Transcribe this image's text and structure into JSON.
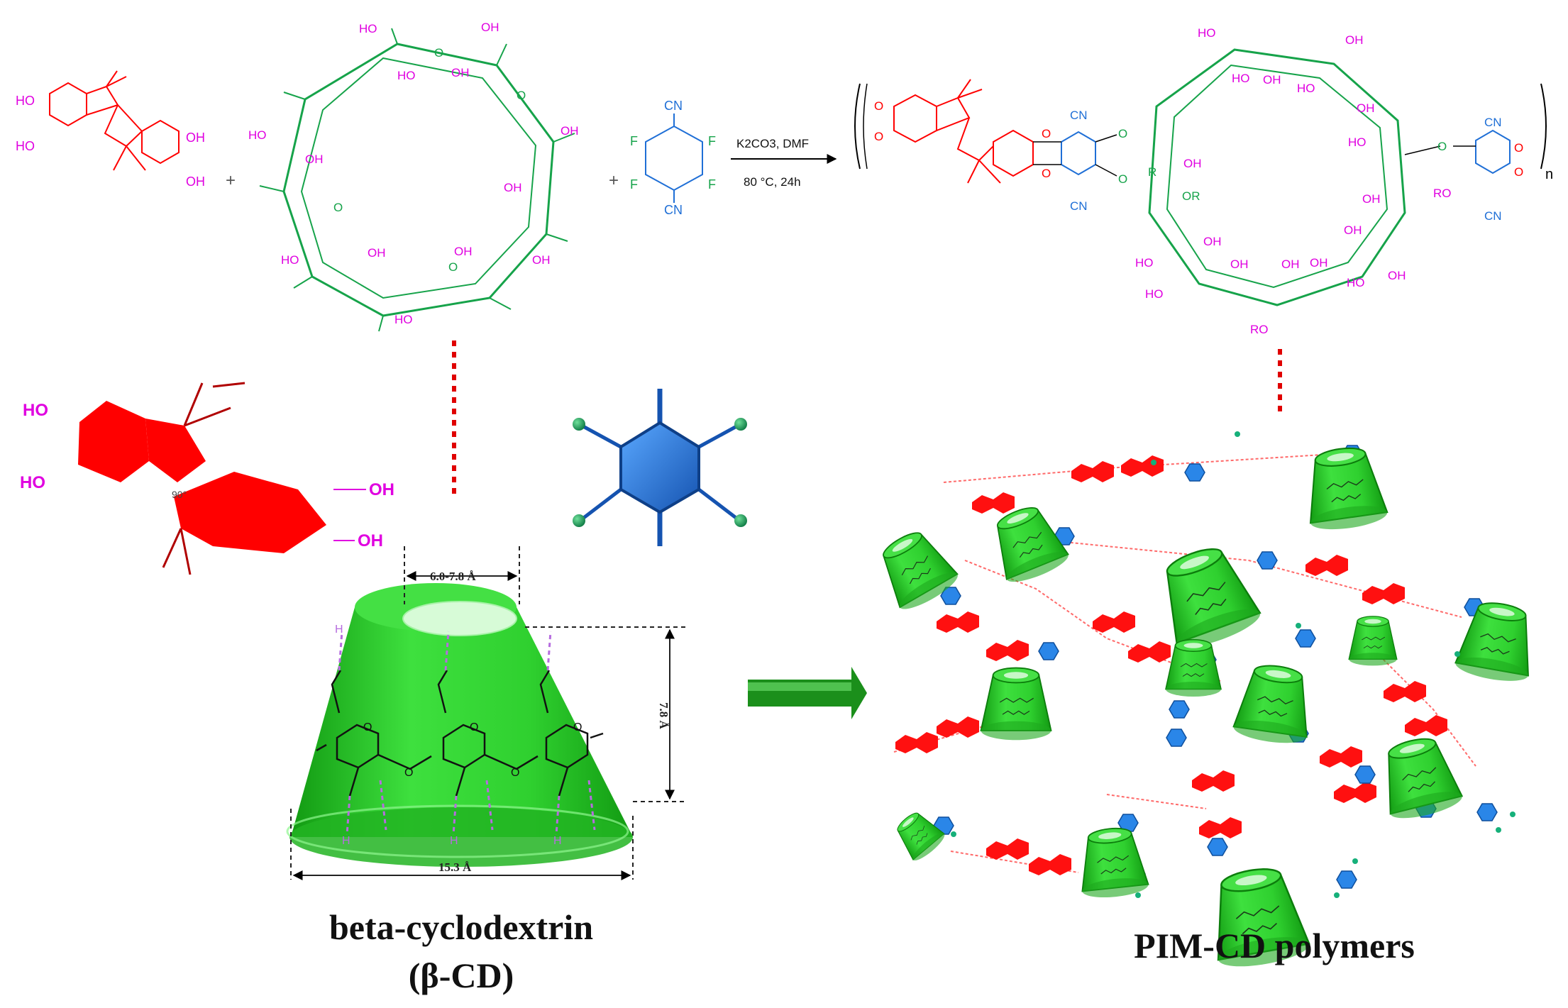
{
  "colors": {
    "spiro": "#ff0000",
    "hydroxyl": "#e000e0",
    "cyclodextrin": "#16a34a",
    "tfn": "#1f6fd6",
    "cone": "#2fd02f",
    "cone_dark": "#129a12",
    "arrow": "#1b8f1b"
  },
  "reaction": {
    "plus_1": "+",
    "plus_2": "+",
    "reagent": "K2CO3, DMF",
    "conditions": "80 °C, 24h",
    "repeat_index": "n"
  },
  "labels": {
    "ho": "HO",
    "oh": "OH",
    "o": "O",
    "cn": "CN",
    "f": "F",
    "r": "R",
    "or": "OR",
    "ro": "RO",
    "angle": "90°",
    "hydroxyl_h": "H"
  },
  "cone_dims": {
    "top_width": "6.0-7.8 Å",
    "height": "7.8 Å",
    "bottom_width": "15.3 Å"
  },
  "captions": {
    "left_line1": "beta-cyclodextrin",
    "left_line2": "(β-CD)",
    "right": "PIM-CD polymers"
  }
}
